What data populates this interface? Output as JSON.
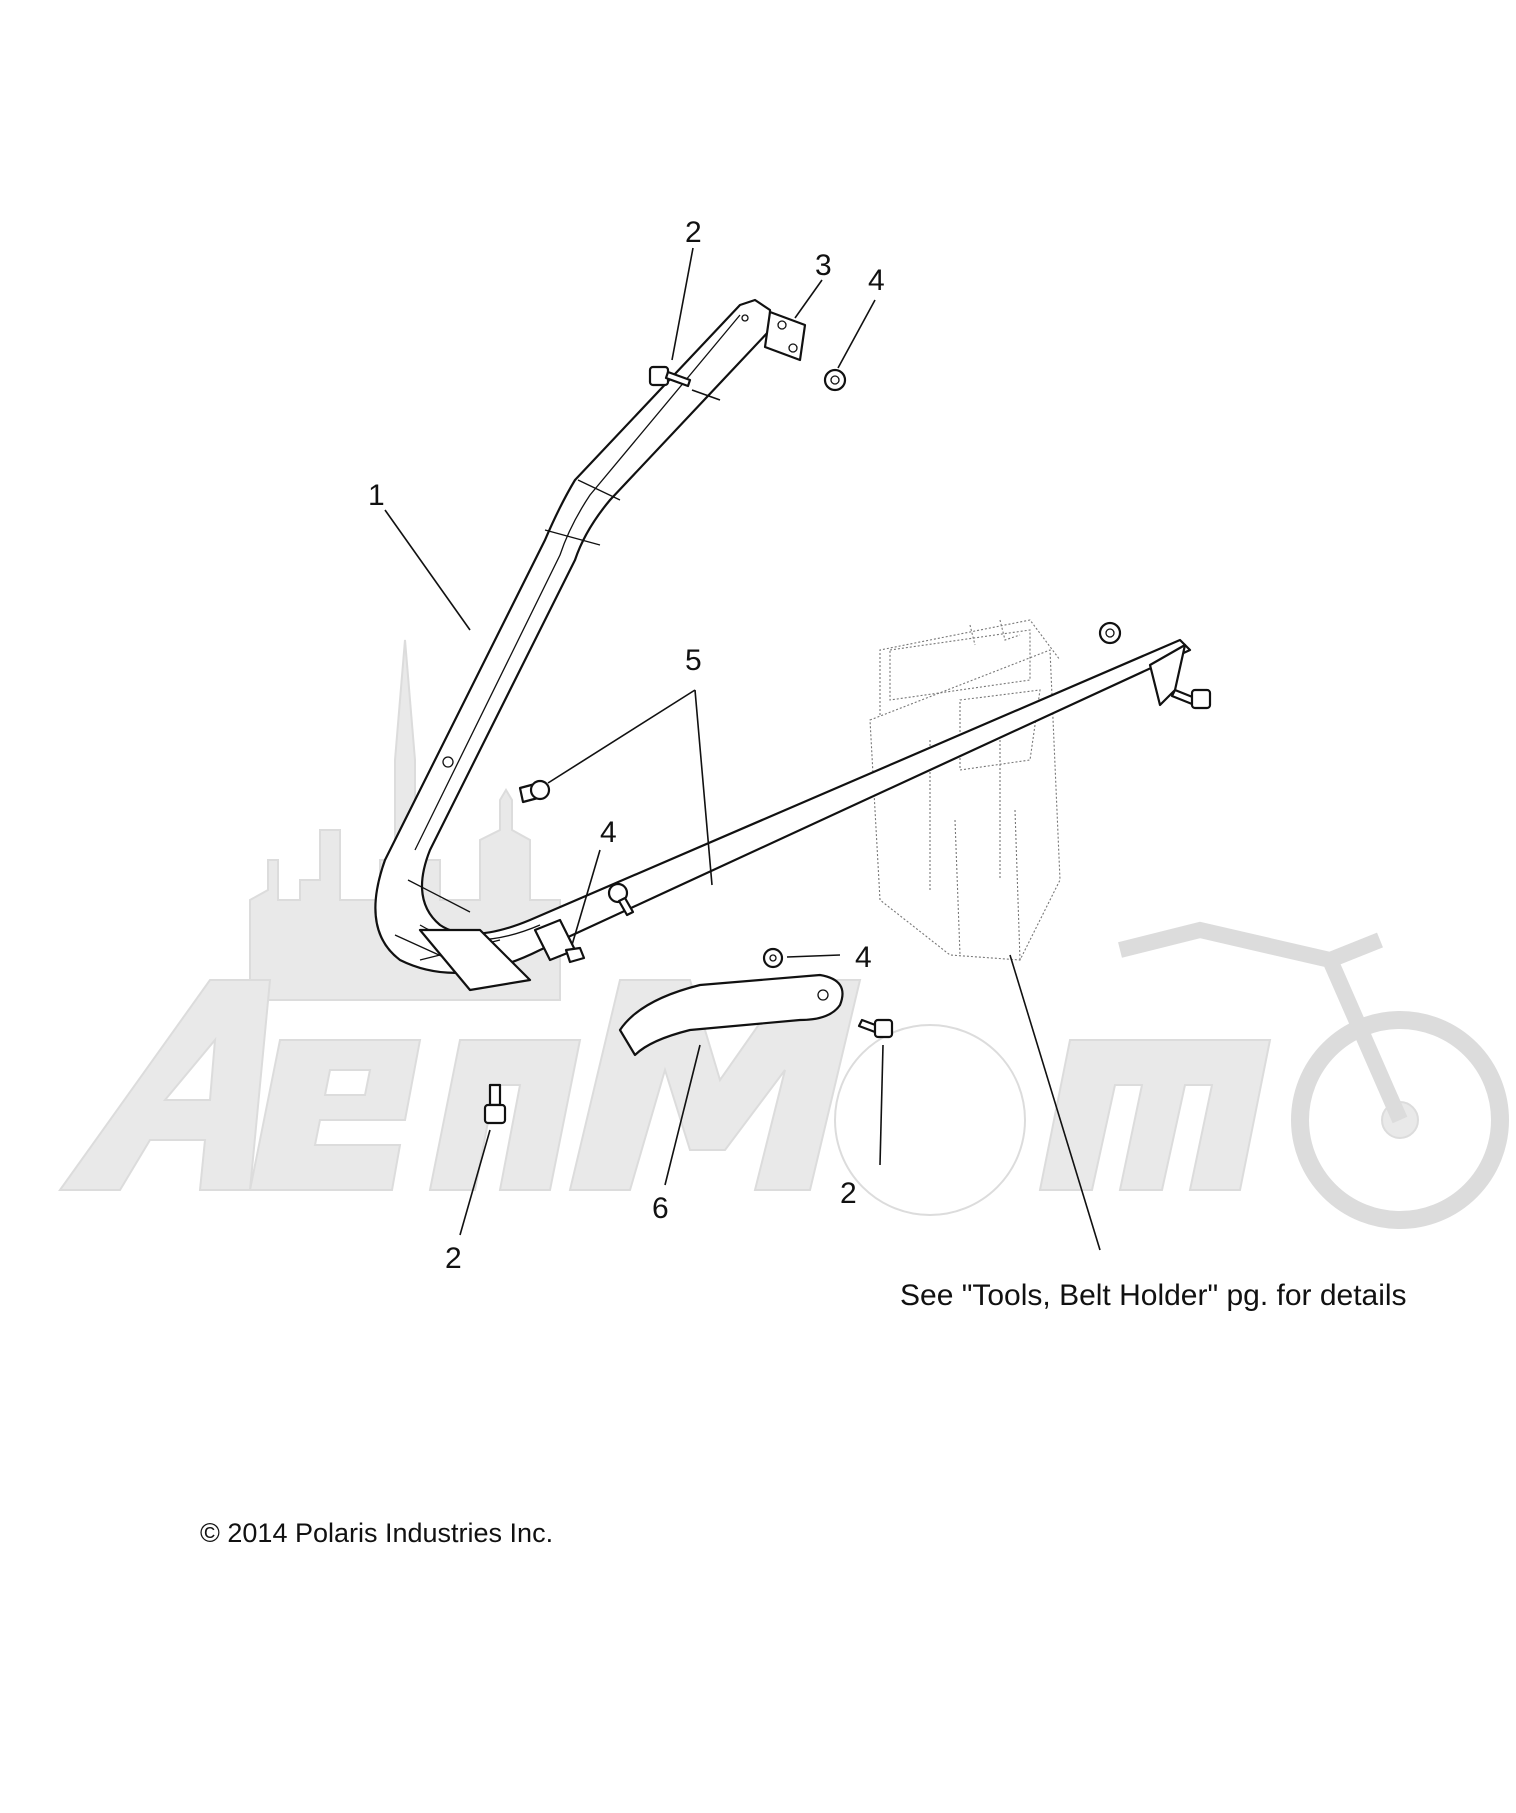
{
  "diagram": {
    "callouts": [
      {
        "id": "c-2-top",
        "label": "2"
      },
      {
        "id": "c-3",
        "label": "3"
      },
      {
        "id": "c-4-top",
        "label": "4"
      },
      {
        "id": "c-1",
        "label": "1"
      },
      {
        "id": "c-5",
        "label": "5"
      },
      {
        "id": "c-4-mid",
        "label": "4"
      },
      {
        "id": "c-4-right",
        "label": "4"
      },
      {
        "id": "c-2-right",
        "label": "2"
      },
      {
        "id": "c-6",
        "label": "6"
      },
      {
        "id": "c-2-bottom",
        "label": "2"
      }
    ],
    "note": "See \"Tools, Belt Holder\" pg. for details",
    "copyright": "© 2014 Polaris Industries Inc.",
    "watermark": "AenMoto"
  }
}
